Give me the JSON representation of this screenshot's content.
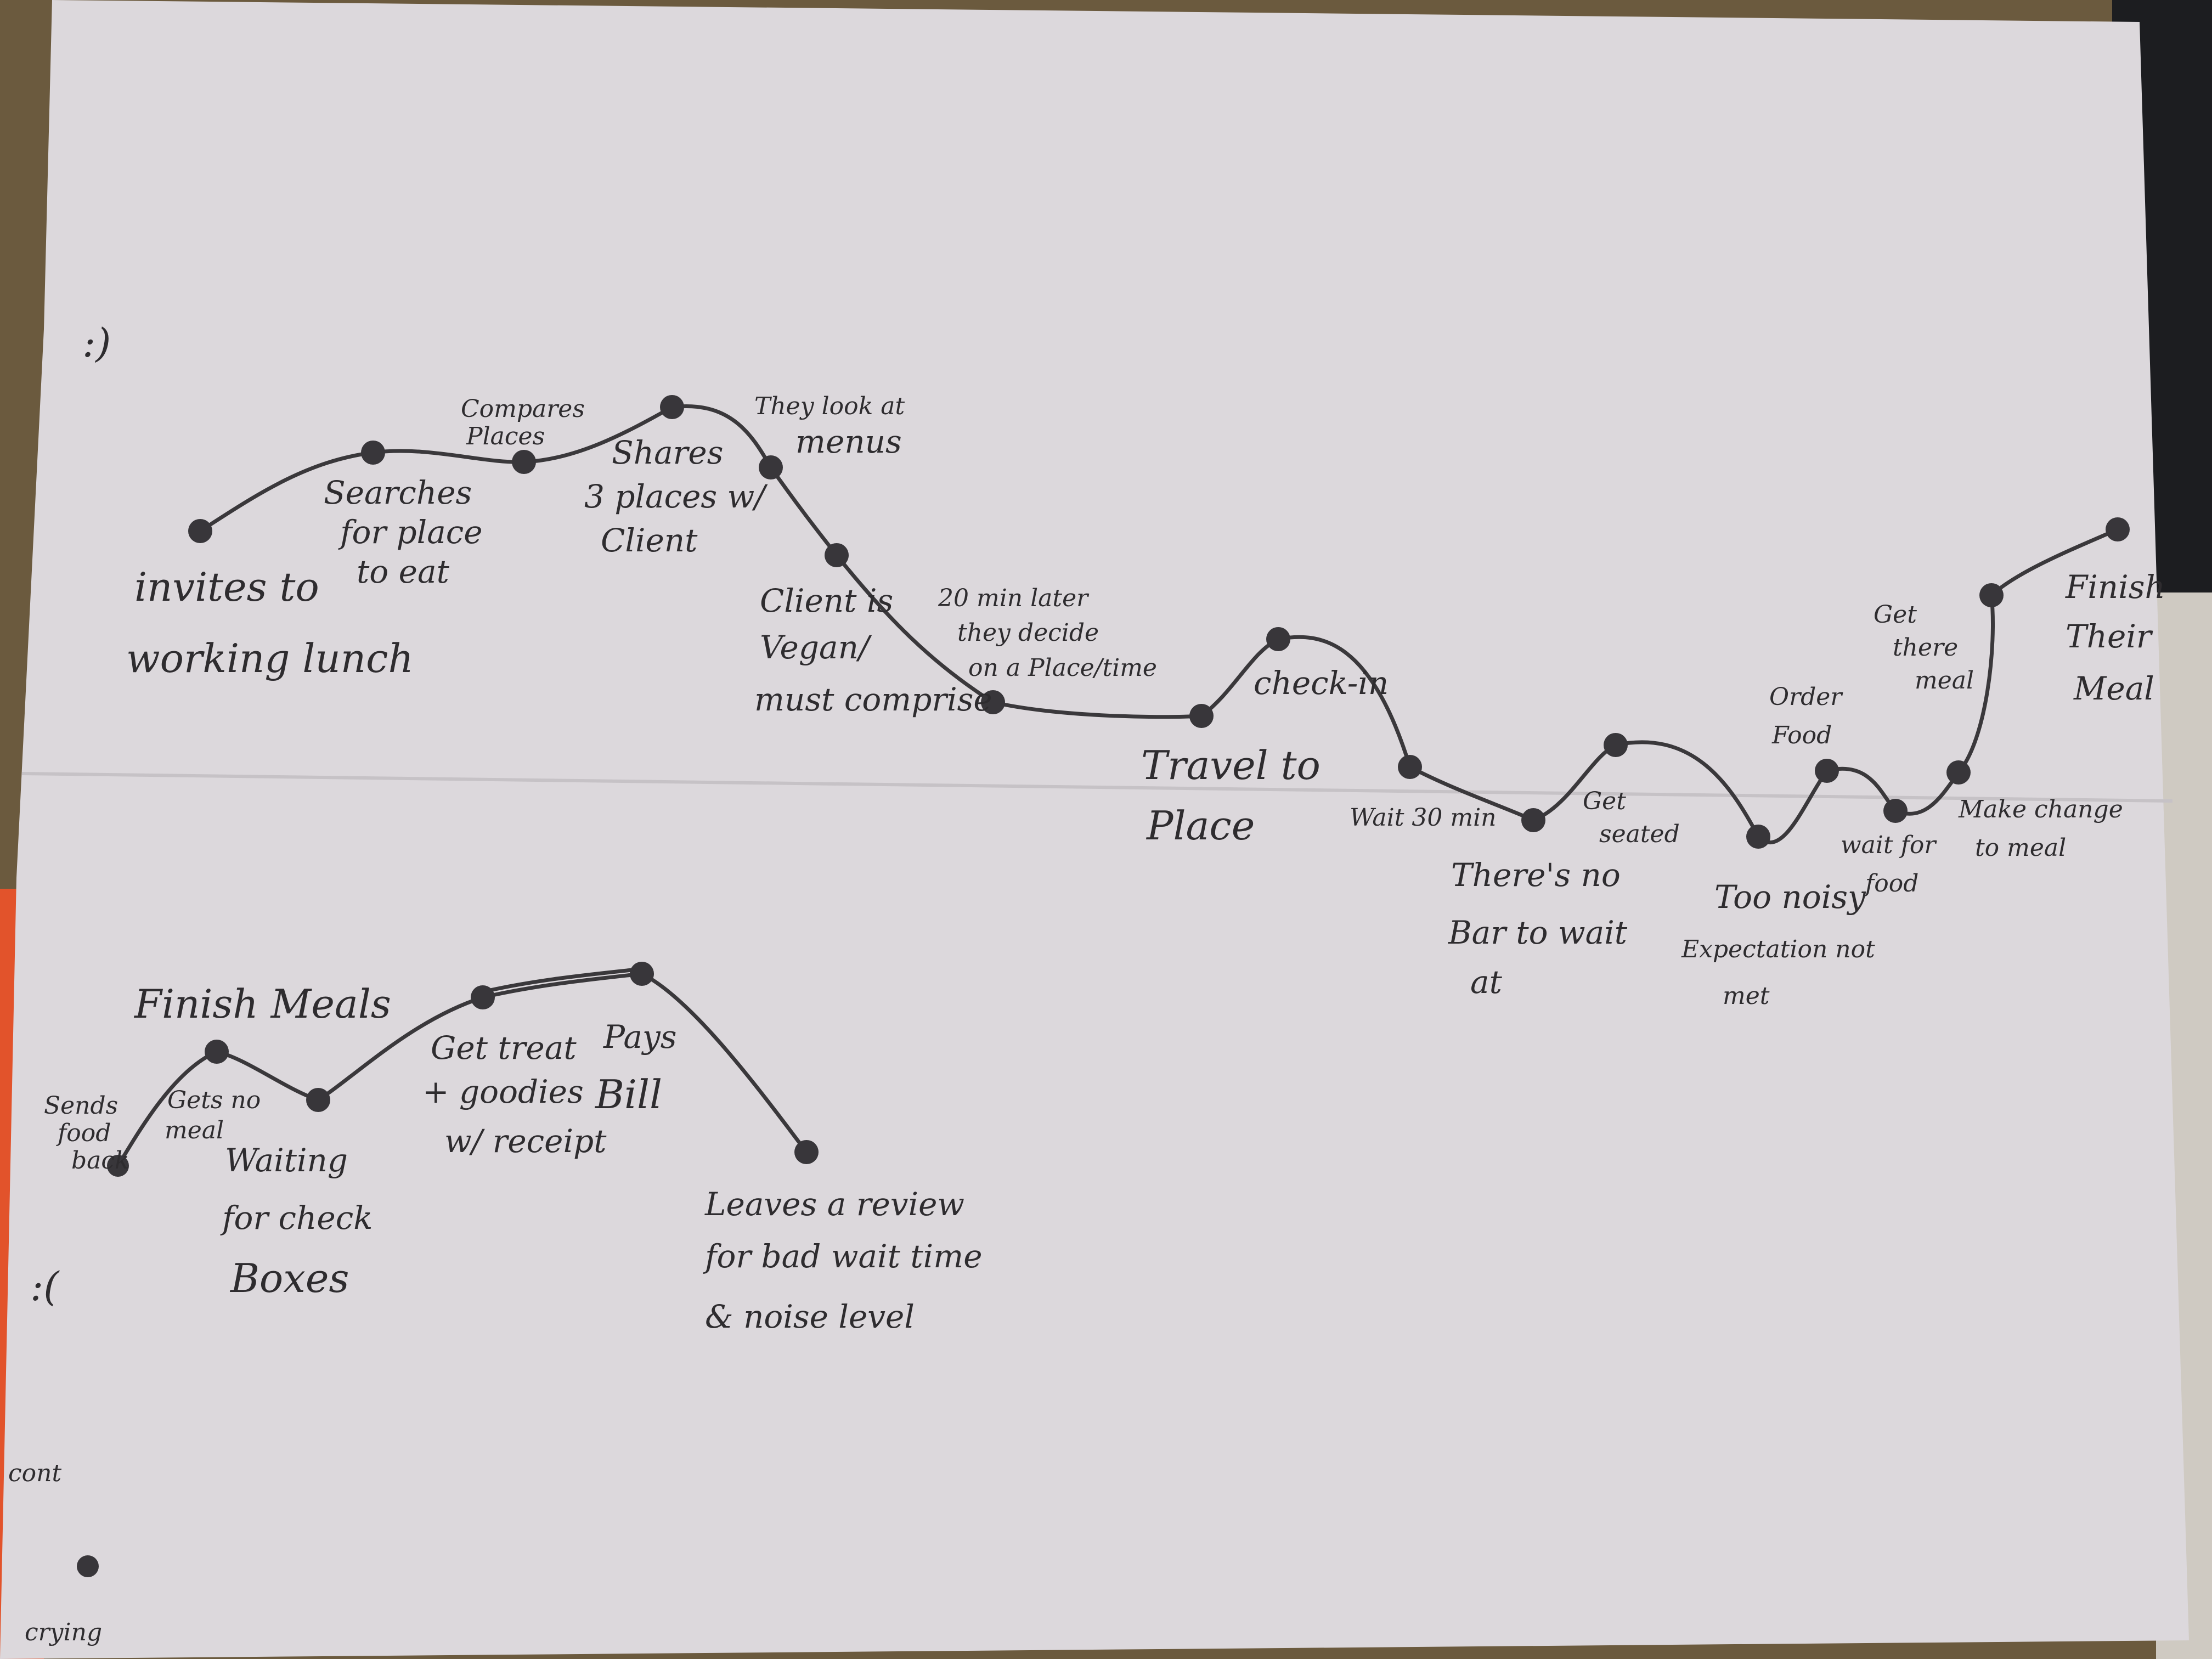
{
  "axis": {
    "happy_face": ":)",
    "sad_face": ":(",
    "legend_label": "cont",
    "legend_caption": "crying"
  },
  "journey_line_1": [
    {
      "lines": [
        "invites to",
        "working lunch"
      ]
    },
    {
      "lines": [
        "Searches",
        "for place",
        "to eat"
      ]
    },
    {
      "lines": [
        "Compares",
        "Places"
      ]
    },
    {
      "lines": [
        "Shares",
        "3 places w/",
        "Client"
      ]
    },
    {
      "lines": [
        "They look at",
        "menus"
      ]
    },
    {
      "lines": [
        "Client is",
        "Vegan/",
        "must comprise"
      ]
    },
    {
      "lines": [
        "20 min later",
        "they decide",
        "on a Place/time"
      ]
    },
    {
      "lines": [
        "Travel to",
        "Place"
      ]
    },
    {
      "lines": [
        "check-in"
      ]
    },
    {
      "lines": [
        "Wait 30 min"
      ]
    },
    {
      "lines": [
        "There's no",
        "Bar to wait",
        "at"
      ]
    },
    {
      "lines": [
        "Get",
        "seated"
      ]
    },
    {
      "lines": [
        "Too noisy",
        "Expectation not",
        "met"
      ]
    },
    {
      "lines": [
        "Order",
        "Food"
      ]
    },
    {
      "lines": [
        "wait for",
        "food"
      ]
    },
    {
      "lines": [
        "Make change",
        "to meal"
      ]
    },
    {
      "lines": [
        "Get",
        "there",
        "meal"
      ]
    },
    {
      "lines": [
        "Finish",
        "Their",
        "Meal"
      ]
    }
  ],
  "journey_line_2": [
    {
      "lines": [
        "Sends",
        "food",
        "back"
      ]
    },
    {
      "lines": [
        "Gets no",
        "meal"
      ]
    },
    {
      "lines": [
        "Finish Meals"
      ]
    },
    {
      "lines": [
        "Waiting",
        "for check",
        "Boxes"
      ]
    },
    {
      "lines": [
        "Get treat",
        "+ goodies",
        "w/ receipt"
      ]
    },
    {
      "lines": [
        "Pays",
        "Bill"
      ]
    },
    {
      "lines": [
        "Leaves a review",
        "for bad wait time",
        "& noise level"
      ]
    }
  ]
}
